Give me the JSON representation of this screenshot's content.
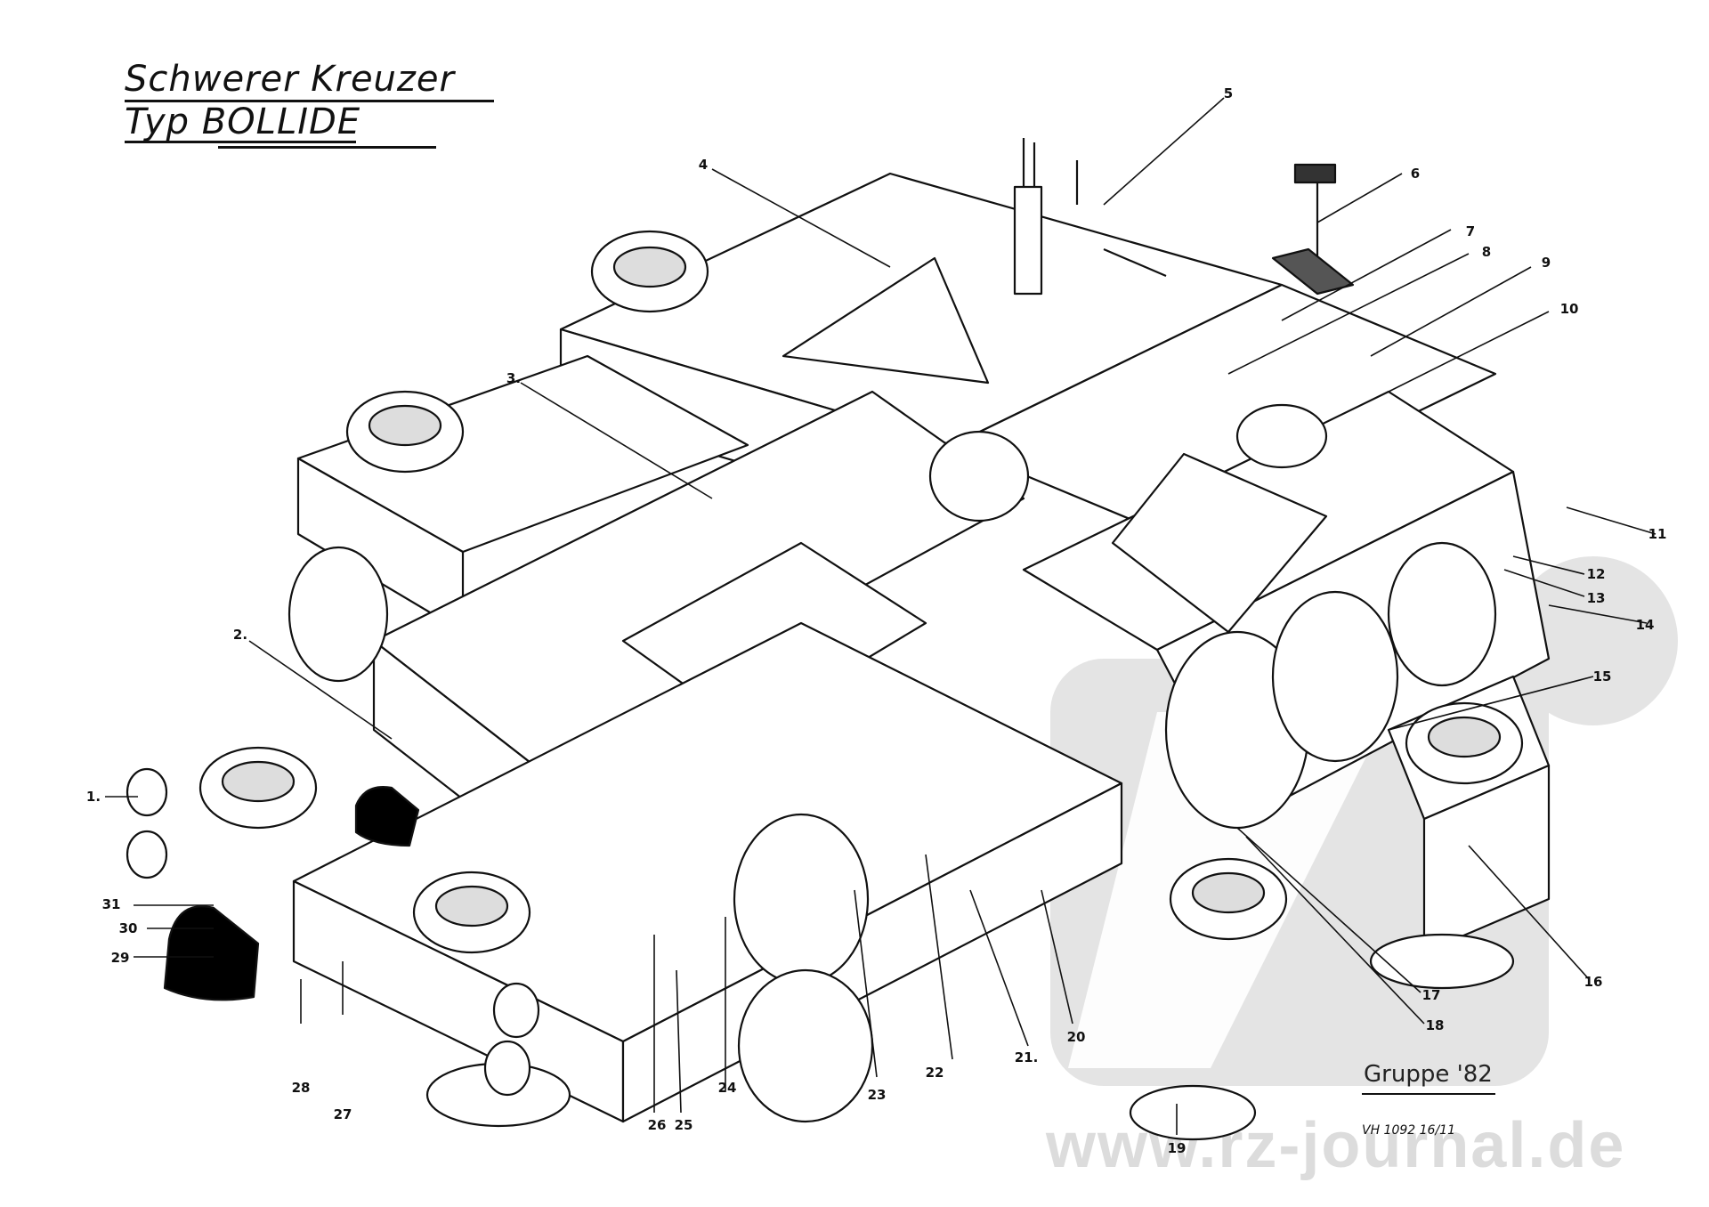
{
  "document": {
    "title_line1": "Schwerer Kreuzer",
    "title_line2": "Typ BOLLIDE",
    "group_label": "Gruppe '82",
    "catalog_code": "VH 1092 16/11",
    "watermark": "www.rz-journal.de",
    "colors": {
      "ink": "#111111",
      "paper": "#ffffff",
      "watermark": "#dcdcdc"
    }
  },
  "diagram": {
    "type": "isometric cutaway technical drawing",
    "subject": "heavy cruiser spacecraft",
    "callouts": [
      {
        "id": "c1",
        "label": "1."
      },
      {
        "id": "c2",
        "label": "2."
      },
      {
        "id": "c3",
        "label": "3."
      },
      {
        "id": "c4",
        "label": "4"
      },
      {
        "id": "c5",
        "label": "5"
      },
      {
        "id": "c6",
        "label": "6"
      },
      {
        "id": "c7",
        "label": "7"
      },
      {
        "id": "c8",
        "label": "8"
      },
      {
        "id": "c9",
        "label": "9"
      },
      {
        "id": "c10",
        "label": "10"
      },
      {
        "id": "c11",
        "label": "11"
      },
      {
        "id": "c12",
        "label": "12"
      },
      {
        "id": "c13",
        "label": "13"
      },
      {
        "id": "c14",
        "label": "14"
      },
      {
        "id": "c15",
        "label": "15"
      },
      {
        "id": "c16",
        "label": "16"
      },
      {
        "id": "c17",
        "label": "17"
      },
      {
        "id": "c18",
        "label": "18"
      },
      {
        "id": "c19",
        "label": "19"
      },
      {
        "id": "c20",
        "label": "20"
      },
      {
        "id": "c21",
        "label": "21."
      },
      {
        "id": "c22",
        "label": "22"
      },
      {
        "id": "c23",
        "label": "23"
      },
      {
        "id": "c24",
        "label": "24"
      },
      {
        "id": "c25",
        "label": "25"
      },
      {
        "id": "c26",
        "label": "26"
      },
      {
        "id": "c27",
        "label": "27"
      },
      {
        "id": "c28",
        "label": "28"
      },
      {
        "id": "c29",
        "label": "29"
      },
      {
        "id": "c30",
        "label": "30"
      },
      {
        "id": "c31",
        "label": "31"
      }
    ]
  }
}
